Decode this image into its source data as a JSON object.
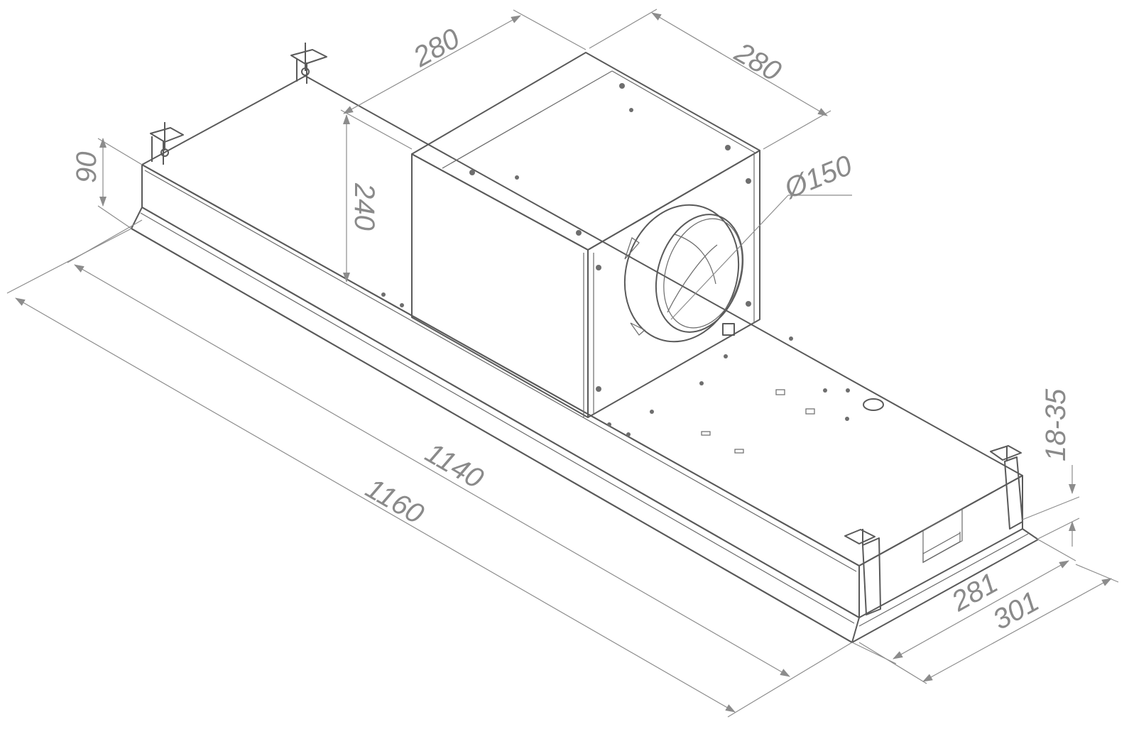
{
  "drawing": {
    "type": "isometric dimension drawing",
    "line_color": "#5a5a5a",
    "dimension_color": "#8a8a8a"
  },
  "dimensions": {
    "motor_width": "280",
    "motor_depth": "280",
    "duct_diameter": "Ø150",
    "height_total": "240",
    "body_height": "90",
    "length_outer": "1160",
    "length_inner": "1140",
    "depth_inner": "281",
    "depth_outer": "301",
    "ceiling_thickness": "18-35"
  }
}
